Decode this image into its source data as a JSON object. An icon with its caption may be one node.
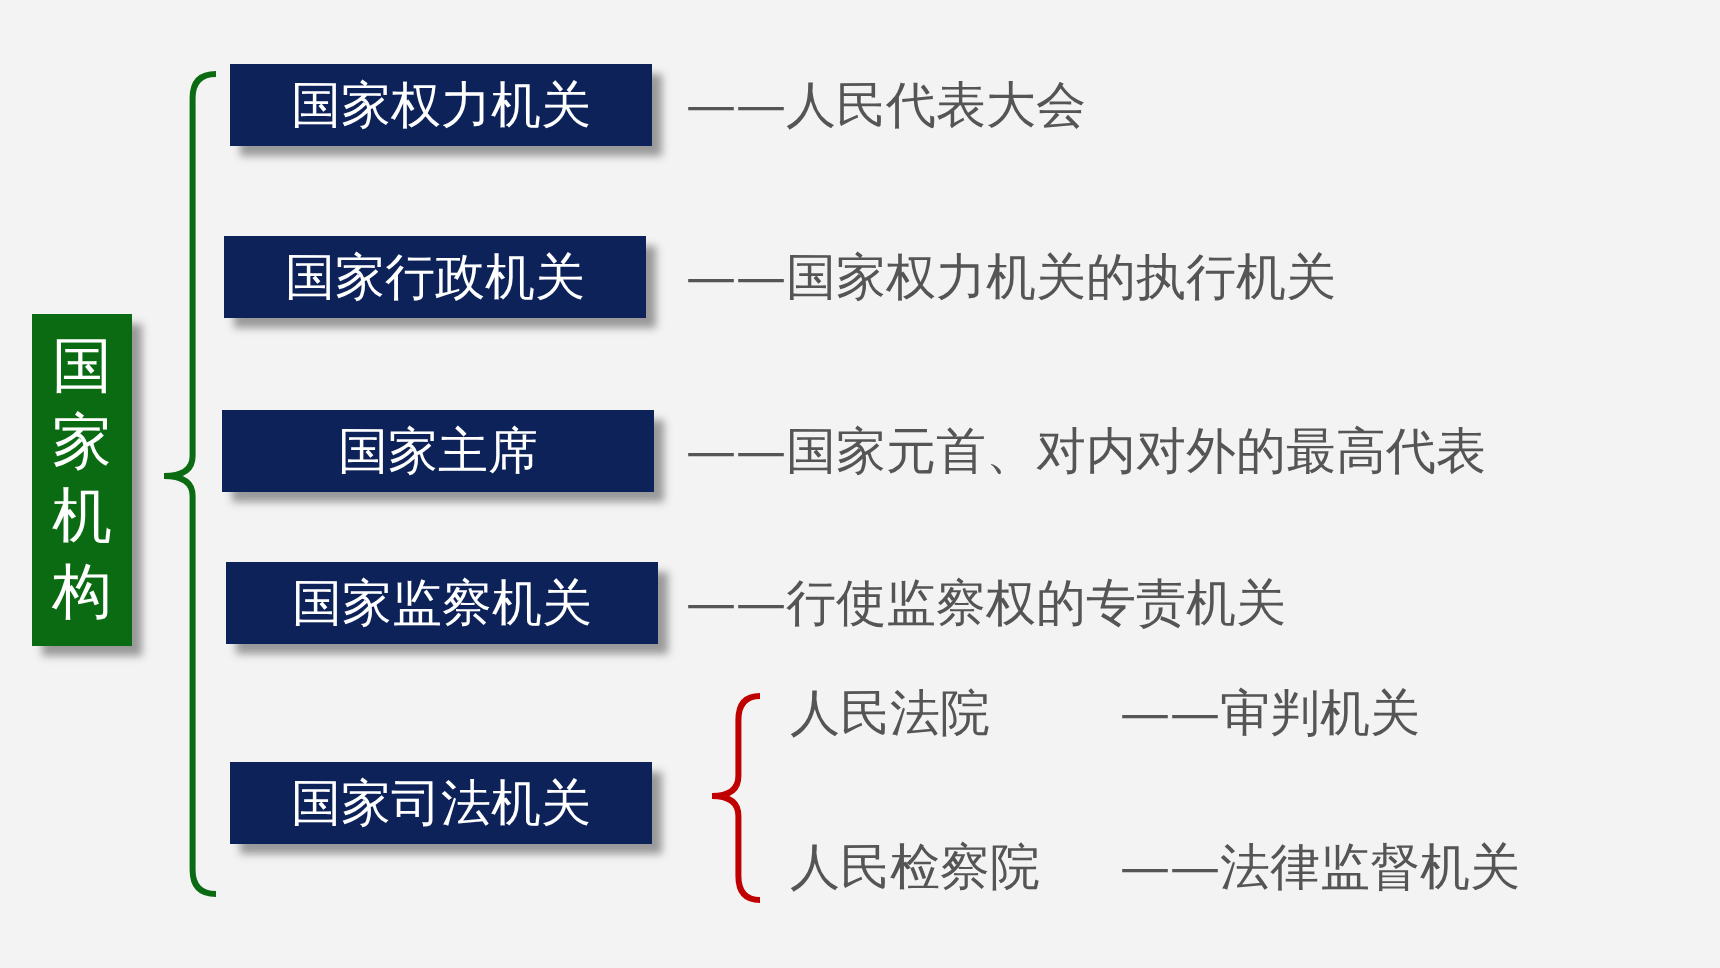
{
  "diagram": {
    "nodes": [
      {
        "text": [
          "国家机构"
        ]
      },
      {
        "text": [
          "国家权力机关"
        ],
        "beside": [
          "——人民代表大会"
        ]
      },
      {
        "text": [
          "国家行政机关"
        ],
        "beside": [
          "——国家权力机关的执行机关"
        ]
      },
      {
        "text": [
          "国家主席"
        ],
        "beside": [
          "——国家元首、对内对外的最高代表"
        ]
      },
      {
        "text": [
          "国家监察机关"
        ],
        "beside": [
          "——行使监察权的专责机关"
        ]
      },
      {
        "text": [
          "国家司法机关"
        ]
      }
    ],
    "labels": [
      "人民法院",
      "——审判机关",
      "人民检察院",
      "——法律监督机关"
    ]
  }
}
